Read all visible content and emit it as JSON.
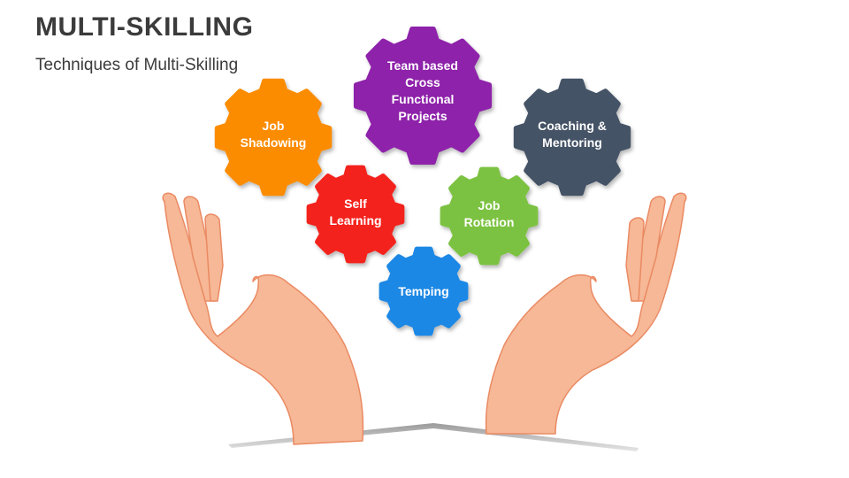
{
  "slide": {
    "title": "MULTI-SKILLING",
    "subtitle": "Techniques of Multi-Skilling"
  },
  "colors": {
    "job_shadowing": "#fb8c00",
    "team_based": "#8e24aa",
    "coaching": "#455366",
    "self_learning": "#f4231f",
    "job_rotation": "#7cc242",
    "temping": "#1e88e5",
    "hand_fill": "#f6b896",
    "hand_stroke": "#ea8a63"
  },
  "gears": {
    "job_shadowing": {
      "line1": "Job",
      "line2": "Shadowing"
    },
    "team_based": {
      "line1": "Team based",
      "line2": "Cross",
      "line3": "Functional",
      "line4": "Projects"
    },
    "coaching": {
      "line1": "Coaching &",
      "line2": "Mentoring"
    },
    "self_learning": {
      "line1": "Self",
      "line2": "Learning"
    },
    "job_rotation": {
      "line1": "Job",
      "line2": "Rotation"
    },
    "temping": {
      "line1": "Temping"
    }
  }
}
